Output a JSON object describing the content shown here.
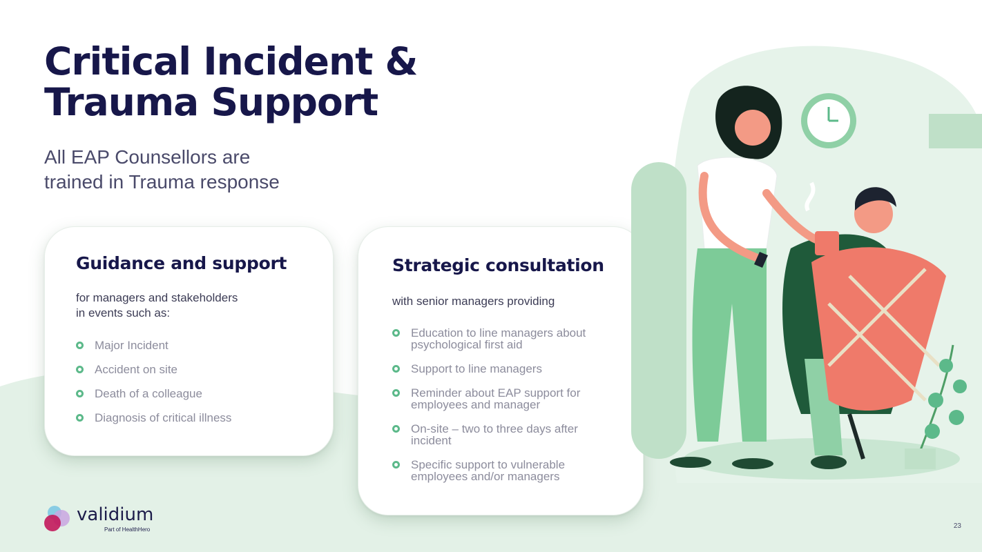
{
  "slide": {
    "title_line1": "Critical Incident &",
    "title_line2": "Trauma Support",
    "subtitle_line1": "All EAP Counsellors are",
    "subtitle_line2": "trained in Trauma response",
    "page_number": "23"
  },
  "card_guidance": {
    "heading": "Guidance and support",
    "intro_line1": "for managers and stakeholders",
    "intro_line2": "in events such as:",
    "items": [
      "Major Incident",
      "Accident on site",
      "Death of a colleague",
      "Diagnosis of critical illness"
    ]
  },
  "card_strategic": {
    "heading": "Strategic consultation",
    "intro": "with senior managers providing",
    "items": [
      "Education to line managers about psychological first aid",
      "Support to line managers",
      "Reminder about EAP support for employees and manager",
      "On-site – two to three days after incident",
      "Specific support to vulnerable employees and/or managers"
    ]
  },
  "logo": {
    "name": "validium",
    "tagline": "Part of HealthHero"
  },
  "colors": {
    "title": "#17174a",
    "accent_green": "#5cb98a",
    "background_green": "#e3f1e7",
    "illustration_coral": "#ef7a6a"
  },
  "icons": [
    "circle-bullet-icon",
    "validium-logo-icon",
    "clock-icon"
  ]
}
